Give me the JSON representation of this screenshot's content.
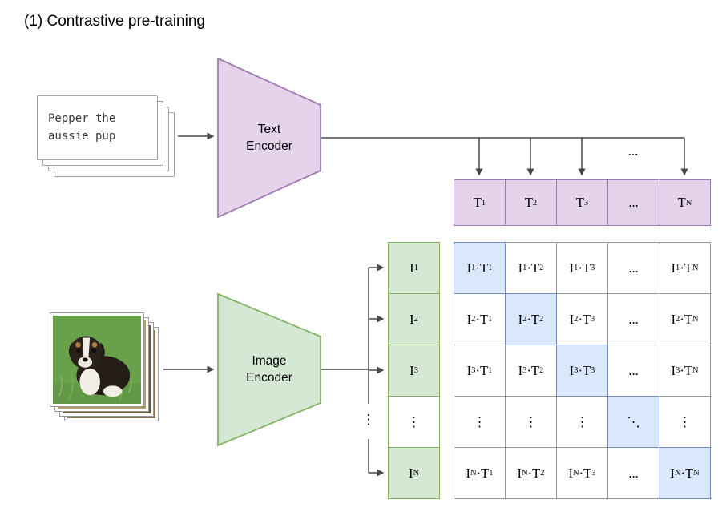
{
  "title": "(1) Contrastive pre-training",
  "text_input": {
    "lines": [
      "Pepper the",
      "aussie pup"
    ]
  },
  "text_encoder": {
    "label_lines": [
      "Text",
      "Encoder"
    ]
  },
  "image_encoder": {
    "label_lines": [
      "Image",
      "Encoder"
    ]
  },
  "text_embeddings": {
    "cells": [
      "T1",
      "T2",
      "T3",
      "...",
      "TN"
    ],
    "ellipsis_above": "..."
  },
  "image_embeddings": {
    "cells": [
      "I1",
      "I2",
      "I3",
      "⋮",
      "IN"
    ],
    "trunk_ellipsis": "⋮"
  },
  "matrix": {
    "rows": [
      [
        "I1·T1",
        "I1·T2",
        "I1·T3",
        "...",
        "I1·TN"
      ],
      [
        "I2·T1",
        "I2·T2",
        "I2·T3",
        "...",
        "I2·TN"
      ],
      [
        "I3·T1",
        "I3·T2",
        "I3·T3",
        "...",
        "I3·TN"
      ],
      [
        "⋮",
        "⋮",
        "⋮",
        "⋱",
        "⋮"
      ],
      [
        "IN·T1",
        "IN·T2",
        "IN·T3",
        "...",
        "IN·TN"
      ]
    ],
    "highlight": "diagonal"
  },
  "colors": {
    "purple_fill": "#e5d3ec",
    "purple_stroke": "#9e7bb5",
    "green_fill": "#d5e8d4",
    "green_stroke": "#82b366",
    "blue_fill": "#dbe8fc",
    "blue_stroke": "#6c8ebf",
    "cell_stroke": "#999999",
    "arrow": "#4a4a4a"
  }
}
